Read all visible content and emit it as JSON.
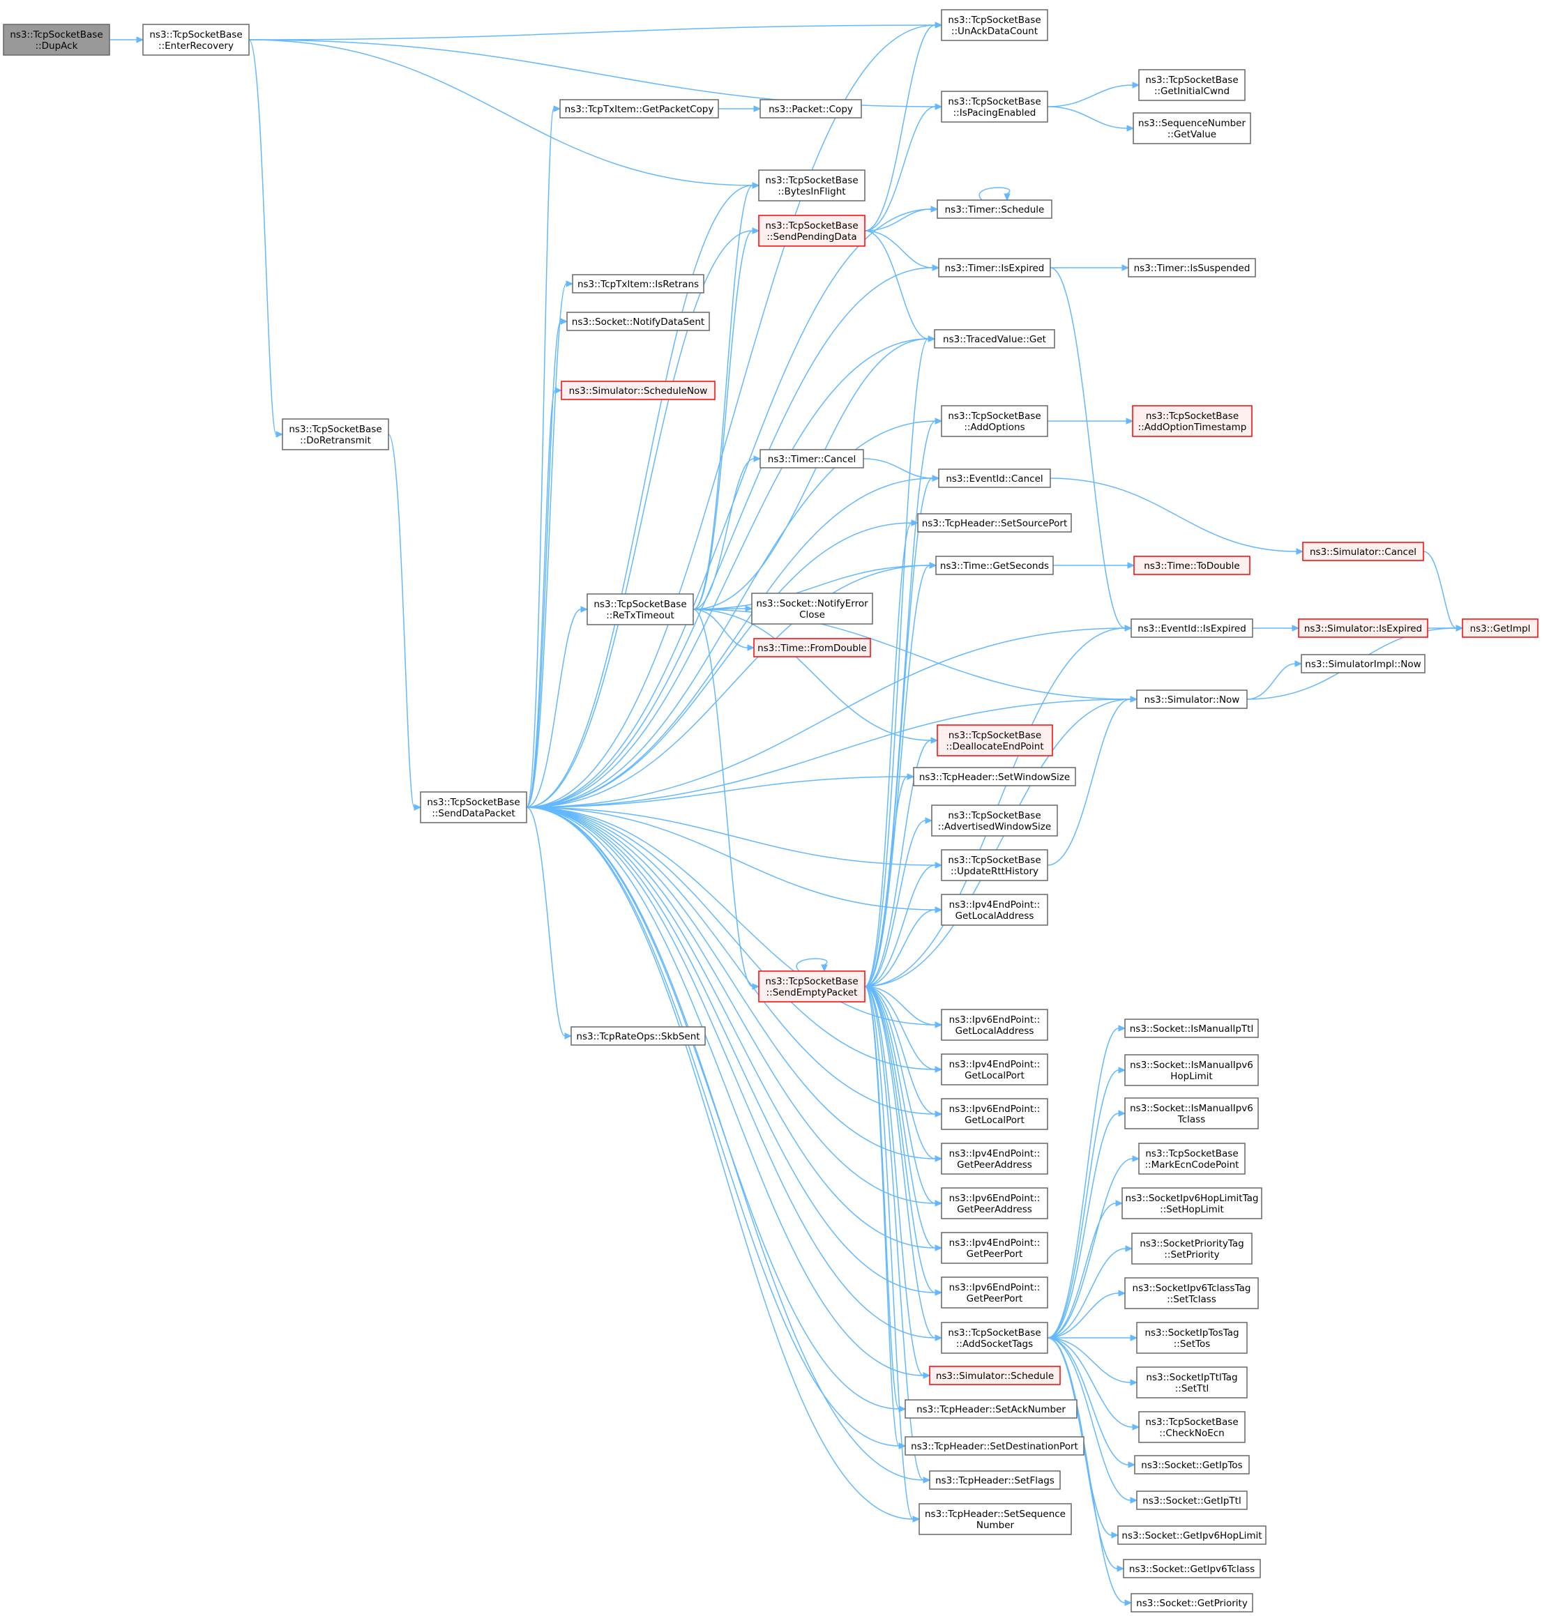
{
  "colors": {
    "edge": "#63b8ff",
    "node_border": "#666666",
    "truncated_border": "#ff0000",
    "truncated_fill": "#fff0f0",
    "root_fill": "#999999"
  },
  "nodes": [
    {
      "id": "dupack",
      "label": [
        "ns3::TcpSocketBase",
        "::DupAck"
      ],
      "style": "root"
    },
    {
      "id": "enterrecovery",
      "label": [
        "ns3::TcpSocketBase",
        "::EnterRecovery"
      ]
    },
    {
      "id": "doretransmit",
      "label": [
        "ns3::TcpSocketBase",
        "::DoRetransmit"
      ]
    },
    {
      "id": "senddatapacket",
      "label": [
        "ns3::TcpSocketBase",
        "::SendDataPacket"
      ]
    },
    {
      "id": "getpacketcopy",
      "label": [
        "ns3::TcpTxItem::GetPacketCopy"
      ]
    },
    {
      "id": "packetcopy",
      "label": [
        "ns3::Packet::Copy"
      ]
    },
    {
      "id": "isretrans",
      "label": [
        "ns3::TcpTxItem::IsRetrans"
      ]
    },
    {
      "id": "notifydatasent",
      "label": [
        "ns3::Socket::NotifyDataSent"
      ]
    },
    {
      "id": "schedulenow",
      "label": [
        "ns3::Simulator::ScheduleNow"
      ],
      "style": "trunc"
    },
    {
      "id": "retxtimeout",
      "label": [
        "ns3::TcpSocketBase",
        "::ReTxTimeout"
      ]
    },
    {
      "id": "skbsent",
      "label": [
        "ns3::TcpRateOps::SkbSent"
      ]
    },
    {
      "id": "bytesinflight",
      "label": [
        "ns3::TcpSocketBase",
        "::BytesInFlight"
      ]
    },
    {
      "id": "sendpendingdata",
      "label": [
        "ns3::TcpSocketBase",
        "::SendPendingData"
      ],
      "style": "trunc"
    },
    {
      "id": "timercancel",
      "label": [
        "ns3::Timer::Cancel"
      ]
    },
    {
      "id": "notifyerrorclose",
      "label": [
        "ns3::Socket::NotifyError",
        "Close"
      ]
    },
    {
      "id": "fromdouble",
      "label": [
        "ns3::Time::FromDouble"
      ],
      "style": "trunc"
    },
    {
      "id": "sendemptypacket",
      "label": [
        "ns3::TcpSocketBase",
        "::SendEmptyPacket"
      ],
      "style": "trunc"
    },
    {
      "id": "unackdatacount",
      "label": [
        "ns3::TcpSocketBase",
        "::UnAckDataCount"
      ]
    },
    {
      "id": "ispacingenabled",
      "label": [
        "ns3::TcpSocketBase",
        "::IsPacingEnabled"
      ]
    },
    {
      "id": "timerschedule",
      "label": [
        "ns3::Timer::Schedule"
      ]
    },
    {
      "id": "timerisexpired",
      "label": [
        "ns3::Timer::IsExpired"
      ]
    },
    {
      "id": "tracedvalueget",
      "label": [
        "ns3::TracedValue::Get"
      ]
    },
    {
      "id": "addoptions",
      "label": [
        "ns3::TcpSocketBase",
        "::AddOptions"
      ]
    },
    {
      "id": "eventidcancel",
      "label": [
        "ns3::EventId::Cancel"
      ]
    },
    {
      "id": "setsourceport",
      "label": [
        "ns3::TcpHeader::SetSourcePort"
      ]
    },
    {
      "id": "getseconds",
      "label": [
        "ns3::Time::GetSeconds"
      ]
    },
    {
      "id": "deallocateendpoint",
      "label": [
        "ns3::TcpSocketBase",
        "::DeallocateEndPoint"
      ],
      "style": "trunc"
    },
    {
      "id": "setwindowsize",
      "label": [
        "ns3::TcpHeader::SetWindowSize"
      ]
    },
    {
      "id": "advertisedwindowsize",
      "label": [
        "ns3::TcpSocketBase",
        "::AdvertisedWindowSize"
      ]
    },
    {
      "id": "updatertthistory",
      "label": [
        "ns3::TcpSocketBase",
        "::UpdateRttHistory"
      ]
    },
    {
      "id": "ipv4getlocaladdress",
      "label": [
        "ns3::Ipv4EndPoint::",
        "GetLocalAddress"
      ]
    },
    {
      "id": "ipv6getlocaladdress",
      "label": [
        "ns3::Ipv6EndPoint::",
        "GetLocalAddress"
      ]
    },
    {
      "id": "ipv4getlocalport",
      "label": [
        "ns3::Ipv4EndPoint::",
        "GetLocalPort"
      ]
    },
    {
      "id": "ipv6getlocalport",
      "label": [
        "ns3::Ipv6EndPoint::",
        "GetLocalPort"
      ]
    },
    {
      "id": "ipv4getpeeraddress",
      "label": [
        "ns3::Ipv4EndPoint::",
        "GetPeerAddress"
      ]
    },
    {
      "id": "ipv6getpeeraddress",
      "label": [
        "ns3::Ipv6EndPoint::",
        "GetPeerAddress"
      ]
    },
    {
      "id": "ipv4getpeerport",
      "label": [
        "ns3::Ipv4EndPoint::",
        "GetPeerPort"
      ]
    },
    {
      "id": "ipv6getpeerport",
      "label": [
        "ns3::Ipv6EndPoint::",
        "GetPeerPort"
      ]
    },
    {
      "id": "addsockettags",
      "label": [
        "ns3::TcpSocketBase",
        "::AddSocketTags"
      ]
    },
    {
      "id": "simulatorschedule",
      "label": [
        "ns3::Simulator::Schedule"
      ],
      "style": "trunc"
    },
    {
      "id": "setacknumber",
      "label": [
        "ns3::TcpHeader::SetAckNumber"
      ]
    },
    {
      "id": "setdestinationport",
      "label": [
        "ns3::TcpHeader::SetDestinationPort"
      ]
    },
    {
      "id": "setflags",
      "label": [
        "ns3::TcpHeader::SetFlags"
      ]
    },
    {
      "id": "setsequencenumber",
      "label": [
        "ns3::TcpHeader::SetSequence",
        "Number"
      ]
    },
    {
      "id": "getinitialcwnd",
      "label": [
        "ns3::TcpSocketBase",
        "::GetInitialCwnd"
      ]
    },
    {
      "id": "seqgetvalue",
      "label": [
        "ns3::SequenceNumber",
        "::GetValue"
      ]
    },
    {
      "id": "timerissuspended",
      "label": [
        "ns3::Timer::IsSuspended"
      ]
    },
    {
      "id": "addoptiontimestamp",
      "label": [
        "ns3::TcpSocketBase",
        "::AddOptionTimestamp"
      ],
      "style": "trunc"
    },
    {
      "id": "todouble",
      "label": [
        "ns3::Time::ToDouble"
      ],
      "style": "trunc"
    },
    {
      "id": "eventidisexpired",
      "label": [
        "ns3::EventId::IsExpired"
      ]
    },
    {
      "id": "simulatornow",
      "label": [
        "ns3::Simulator::Now"
      ]
    },
    {
      "id": "simulatorcancel",
      "label": [
        "ns3::Simulator::Cancel"
      ],
      "style": "trunc"
    },
    {
      "id": "simulatorisexpired",
      "label": [
        "ns3::Simulator::IsExpired"
      ],
      "style": "trunc"
    },
    {
      "id": "simulatorimplnow",
      "label": [
        "ns3::SimulatorImpl::Now"
      ]
    },
    {
      "id": "getimpl",
      "label": [
        "ns3::GetImpl"
      ],
      "style": "trunc"
    },
    {
      "id": "ismanualipttl",
      "label": [
        "ns3::Socket::IsManualIpTtl"
      ]
    },
    {
      "id": "ismanualipv6hoplimit",
      "label": [
        "ns3::Socket::IsManualIpv6",
        "HopLimit"
      ]
    },
    {
      "id": "ismanualipv6tclass",
      "label": [
        "ns3::Socket::IsManualIpv6",
        "Tclass"
      ]
    },
    {
      "id": "markecncodepoint",
      "label": [
        "ns3::TcpSocketBase",
        "::MarkEcnCodePoint"
      ]
    },
    {
      "id": "sethoplimit",
      "label": [
        "ns3::SocketIpv6HopLimitTag",
        "::SetHopLimit"
      ]
    },
    {
      "id": "setpriority",
      "label": [
        "ns3::SocketPriorityTag",
        "::SetPriority"
      ]
    },
    {
      "id": "settclass",
      "label": [
        "ns3::SocketIpv6TclassTag",
        "::SetTclass"
      ]
    },
    {
      "id": "settos",
      "label": [
        "ns3::SocketIpTosTag",
        "::SetTos"
      ]
    },
    {
      "id": "setttl",
      "label": [
        "ns3::SocketIpTtlTag",
        "::SetTtl"
      ]
    },
    {
      "id": "checknoecn",
      "label": [
        "ns3::TcpSocketBase",
        "::CheckNoEcn"
      ]
    },
    {
      "id": "getiptos",
      "label": [
        "ns3::Socket::GetIpTos"
      ]
    },
    {
      "id": "getipttl",
      "label": [
        "ns3::Socket::GetIpTtl"
      ]
    },
    {
      "id": "getipv6hoplimit",
      "label": [
        "ns3::Socket::GetIpv6HopLimit"
      ]
    },
    {
      "id": "getipv6tclass",
      "label": [
        "ns3::Socket::GetIpv6Tclass"
      ]
    },
    {
      "id": "getpriority",
      "label": [
        "ns3::Socket::GetPriority"
      ]
    }
  ],
  "edges": [
    [
      "dupack",
      "enterrecovery"
    ],
    [
      "enterrecovery",
      "unackdatacount"
    ],
    [
      "enterrecovery",
      "ispacingenabled"
    ],
    [
      "enterrecovery",
      "bytesinflight"
    ],
    [
      "enterrecovery",
      "doretransmit"
    ],
    [
      "doretransmit",
      "senddatapacket"
    ],
    [
      "senddatapacket",
      "unackdatacount"
    ],
    [
      "senddatapacket",
      "getpacketcopy"
    ],
    [
      "senddatapacket",
      "bytesinflight"
    ],
    [
      "senddatapacket",
      "timerschedule"
    ],
    [
      "senddatapacket",
      "sendpendingdata"
    ],
    [
      "senddatapacket",
      "timerisexpired"
    ],
    [
      "senddatapacket",
      "isretrans"
    ],
    [
      "senddatapacket",
      "notifydatasent"
    ],
    [
      "senddatapacket",
      "tracedvalueget"
    ],
    [
      "senddatapacket",
      "schedulenow"
    ],
    [
      "senddatapacket",
      "addoptions"
    ],
    [
      "senddatapacket",
      "eventidcancel"
    ],
    [
      "senddatapacket",
      "setsourceport"
    ],
    [
      "senddatapacket",
      "getseconds"
    ],
    [
      "senddatapacket",
      "retxtimeout"
    ],
    [
      "senddatapacket",
      "eventidisexpired"
    ],
    [
      "senddatapacket",
      "simulatornow"
    ],
    [
      "senddatapacket",
      "setwindowsize"
    ],
    [
      "senddatapacket",
      "updatertthistory"
    ],
    [
      "senddatapacket",
      "ipv4getlocaladdress"
    ],
    [
      "senddatapacket",
      "ipv6getlocaladdress"
    ],
    [
      "senddatapacket",
      "skbsent"
    ],
    [
      "senddatapacket",
      "ipv4getlocalport"
    ],
    [
      "senddatapacket",
      "ipv6getlocalport"
    ],
    [
      "senddatapacket",
      "ipv4getpeeraddress"
    ],
    [
      "senddatapacket",
      "ipv6getpeeraddress"
    ],
    [
      "senddatapacket",
      "ipv4getpeerport"
    ],
    [
      "senddatapacket",
      "ipv6getpeerport"
    ],
    [
      "senddatapacket",
      "addsockettags"
    ],
    [
      "senddatapacket",
      "simulatorschedule"
    ],
    [
      "senddatapacket",
      "setacknumber"
    ],
    [
      "senddatapacket",
      "setdestinationport"
    ],
    [
      "senddatapacket",
      "setflags"
    ],
    [
      "senddatapacket",
      "setsequencenumber"
    ],
    [
      "getpacketcopy",
      "packetcopy"
    ],
    [
      "retxtimeout",
      "bytesinflight"
    ],
    [
      "retxtimeout",
      "sendpendingdata"
    ],
    [
      "retxtimeout",
      "tracedvalueget"
    ],
    [
      "retxtimeout",
      "timercancel"
    ],
    [
      "retxtimeout",
      "getseconds"
    ],
    [
      "retxtimeout",
      "notifyerrorclose"
    ],
    [
      "retxtimeout",
      "fromdouble"
    ],
    [
      "retxtimeout",
      "simulatornow"
    ],
    [
      "retxtimeout",
      "deallocateendpoint"
    ],
    [
      "retxtimeout",
      "sendemptypacket"
    ],
    [
      "sendpendingdata",
      "unackdatacount"
    ],
    [
      "sendpendingdata",
      "ispacingenabled"
    ],
    [
      "sendpendingdata",
      "timerschedule"
    ],
    [
      "sendpendingdata",
      "timerisexpired"
    ],
    [
      "sendpendingdata",
      "tracedvalueget"
    ],
    [
      "timercancel",
      "eventidcancel"
    ],
    [
      "timerschedule",
      "timerschedule"
    ],
    [
      "ispacingenabled",
      "getinitialcwnd"
    ],
    [
      "ispacingenabled",
      "seqgetvalue"
    ],
    [
      "timerisexpired",
      "timerissuspended"
    ],
    [
      "timerisexpired",
      "eventidisexpired"
    ],
    [
      "addoptions",
      "addoptiontimestamp"
    ],
    [
      "eventidcancel",
      "simulatorcancel"
    ],
    [
      "getseconds",
      "todouble"
    ],
    [
      "simulatorcancel",
      "getimpl"
    ],
    [
      "eventidisexpired",
      "simulatorisexpired"
    ],
    [
      "simulatorisexpired",
      "getimpl"
    ],
    [
      "simulatornow",
      "simulatorimplnow"
    ],
    [
      "simulatornow",
      "getimpl"
    ],
    [
      "updatertthistory",
      "simulatornow"
    ],
    [
      "sendemptypacket",
      "sendemptypacket"
    ],
    [
      "sendemptypacket",
      "tracedvalueget"
    ],
    [
      "sendemptypacket",
      "addoptions"
    ],
    [
      "sendemptypacket",
      "eventidcancel"
    ],
    [
      "sendemptypacket",
      "setsourceport"
    ],
    [
      "sendemptypacket",
      "getseconds"
    ],
    [
      "sendemptypacket",
      "eventidisexpired"
    ],
    [
      "sendemptypacket",
      "simulatornow"
    ],
    [
      "sendemptypacket",
      "deallocateendpoint"
    ],
    [
      "sendemptypacket",
      "setwindowsize"
    ],
    [
      "sendemptypacket",
      "advertisedwindowsize"
    ],
    [
      "sendemptypacket",
      "updatertthistory"
    ],
    [
      "sendemptypacket",
      "ipv4getlocaladdress"
    ],
    [
      "sendemptypacket",
      "ipv6getlocaladdress"
    ],
    [
      "sendemptypacket",
      "ipv4getlocalport"
    ],
    [
      "sendemptypacket",
      "ipv6getlocalport"
    ],
    [
      "sendemptypacket",
      "ipv4getpeeraddress"
    ],
    [
      "sendemptypacket",
      "ipv6getpeeraddress"
    ],
    [
      "sendemptypacket",
      "ipv4getpeerport"
    ],
    [
      "sendemptypacket",
      "ipv6getpeerport"
    ],
    [
      "sendemptypacket",
      "addsockettags"
    ],
    [
      "sendemptypacket",
      "simulatorschedule"
    ],
    [
      "sendemptypacket",
      "setacknumber"
    ],
    [
      "sendemptypacket",
      "setdestinationport"
    ],
    [
      "sendemptypacket",
      "setflags"
    ],
    [
      "sendemptypacket",
      "setsequencenumber"
    ],
    [
      "addsockettags",
      "ismanualipttl"
    ],
    [
      "addsockettags",
      "ismanualipv6hoplimit"
    ],
    [
      "addsockettags",
      "ismanualipv6tclass"
    ],
    [
      "addsockettags",
      "markecncodepoint"
    ],
    [
      "addsockettags",
      "sethoplimit"
    ],
    [
      "addsockettags",
      "setpriority"
    ],
    [
      "addsockettags",
      "settclass"
    ],
    [
      "addsockettags",
      "settos"
    ],
    [
      "addsockettags",
      "setttl"
    ],
    [
      "addsockettags",
      "checknoecn"
    ],
    [
      "addsockettags",
      "getiptos"
    ],
    [
      "addsockettags",
      "getipttl"
    ],
    [
      "addsockettags",
      "getipv6hoplimit"
    ],
    [
      "addsockettags",
      "getipv6tclass"
    ],
    [
      "addsockettags",
      "getpriority"
    ]
  ]
}
